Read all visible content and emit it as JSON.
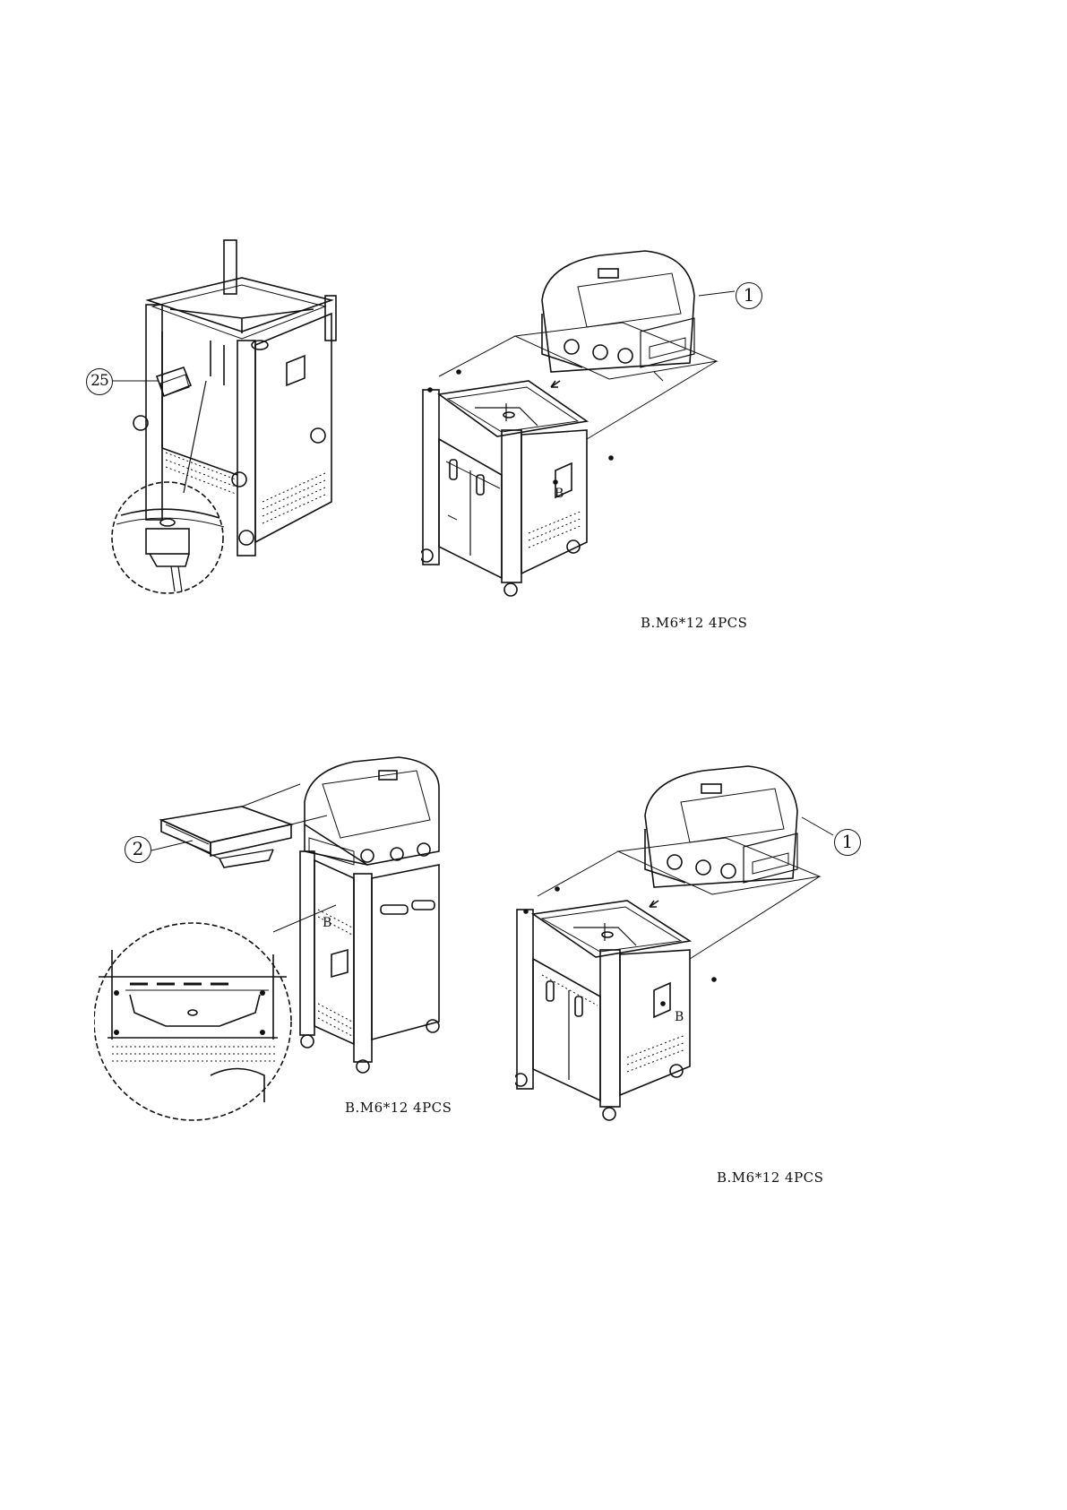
{
  "page": {
    "background": "#ffffff",
    "line_color": "#111111"
  },
  "step_top": {
    "part_tray": "25",
    "part_grill_head": "1",
    "fastener_ref": "B",
    "fastener_note": "B.M6*12  4PCS"
  },
  "step_bottom": {
    "part_side_shelf": "2",
    "part_grill_head": "1",
    "fastener_ref_left": "B",
    "fastener_ref_right": "B",
    "fastener_note_left": "B.M6*12  4PCS",
    "fastener_note_right": "B.M6*12  4PCS"
  }
}
